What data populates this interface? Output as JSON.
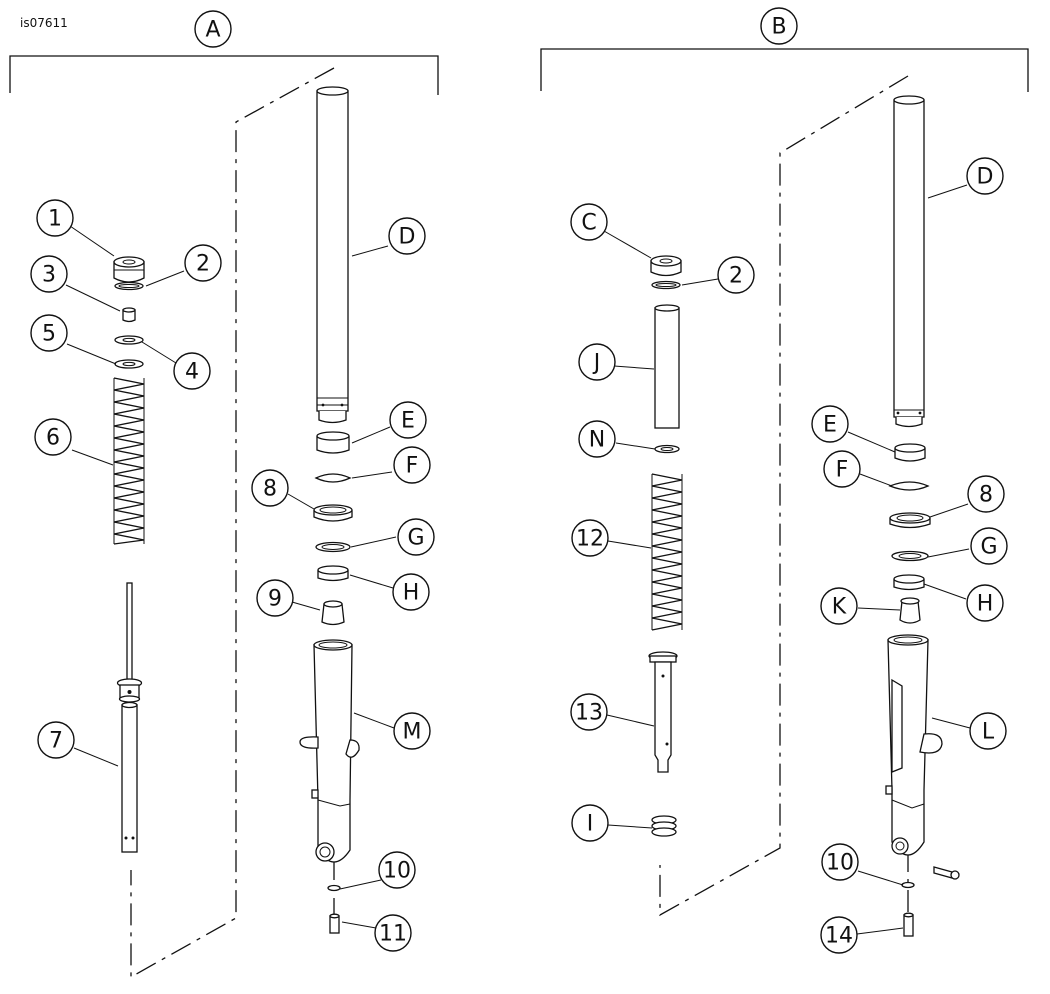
{
  "figure_id": "is07611",
  "groups": {
    "a": "A",
    "b": "B"
  },
  "callouts": {
    "a_1": "1",
    "a_2": "2",
    "a_3": "3",
    "a_4": "4",
    "a_5": "5",
    "a_6": "6",
    "a_7": "7",
    "a_8": "8",
    "a_9": "9",
    "a_10": "10",
    "a_11": "11",
    "a_D": "D",
    "a_E": "E",
    "a_F": "F",
    "a_G": "G",
    "a_H": "H",
    "a_M": "M",
    "b_C": "C",
    "b_2": "2",
    "b_J": "J",
    "b_N": "N",
    "b_12": "12",
    "b_13": "13",
    "b_I": "I",
    "b_D": "D",
    "b_E": "E",
    "b_F": "F",
    "b_8": "8",
    "b_G": "G",
    "b_H": "H",
    "b_K": "K",
    "b_L": "L",
    "b_10": "10",
    "b_14": "14"
  }
}
